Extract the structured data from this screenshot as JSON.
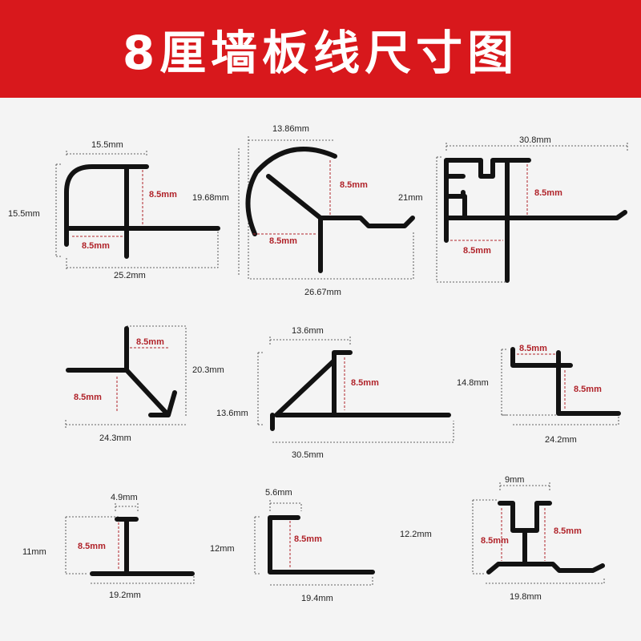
{
  "title": "8厘墙板线尺寸图",
  "colors": {
    "banner": "#d8181c",
    "profile": "#121212",
    "inner_dim": "#b0232a"
  },
  "profiles": [
    {
      "top": "15.5mm",
      "side": "15.5mm",
      "bottom": "25.2mm",
      "inner_v": "8.5mm",
      "inner_h": "8.5mm"
    },
    {
      "top": "13.86mm",
      "side": "19.68mm",
      "bottom": "26.67mm",
      "inner_v": "8.5mm",
      "inner_h": "8.5mm"
    },
    {
      "top": "30.8mm",
      "side": "21mm",
      "inner_v": "8.5mm",
      "inner_h": "8.5mm"
    },
    {
      "side": "20.3mm",
      "bottom": "24.3mm",
      "inner_v": "8.5mm",
      "inner_h": "8.5mm"
    },
    {
      "top": "13.6mm",
      "side": "13.6mm",
      "bottom": "30.5mm",
      "inner_v": "8.5mm"
    },
    {
      "side": "14.8mm",
      "bottom": "24.2mm",
      "inner_v": "8.5mm",
      "inner_h": "8.5mm"
    },
    {
      "top": "4.9mm",
      "side": "11mm",
      "bottom": "19.2mm",
      "inner_v": "8.5mm"
    },
    {
      "top": "5.6mm",
      "side": "12mm",
      "bottom": "19.4mm",
      "inner_v": "8.5mm"
    },
    {
      "top": "9mm",
      "side": "12.2mm",
      "bottom": "19.8mm",
      "inner_v": "8.5mm",
      "inner_v2": "8.5mm"
    }
  ]
}
